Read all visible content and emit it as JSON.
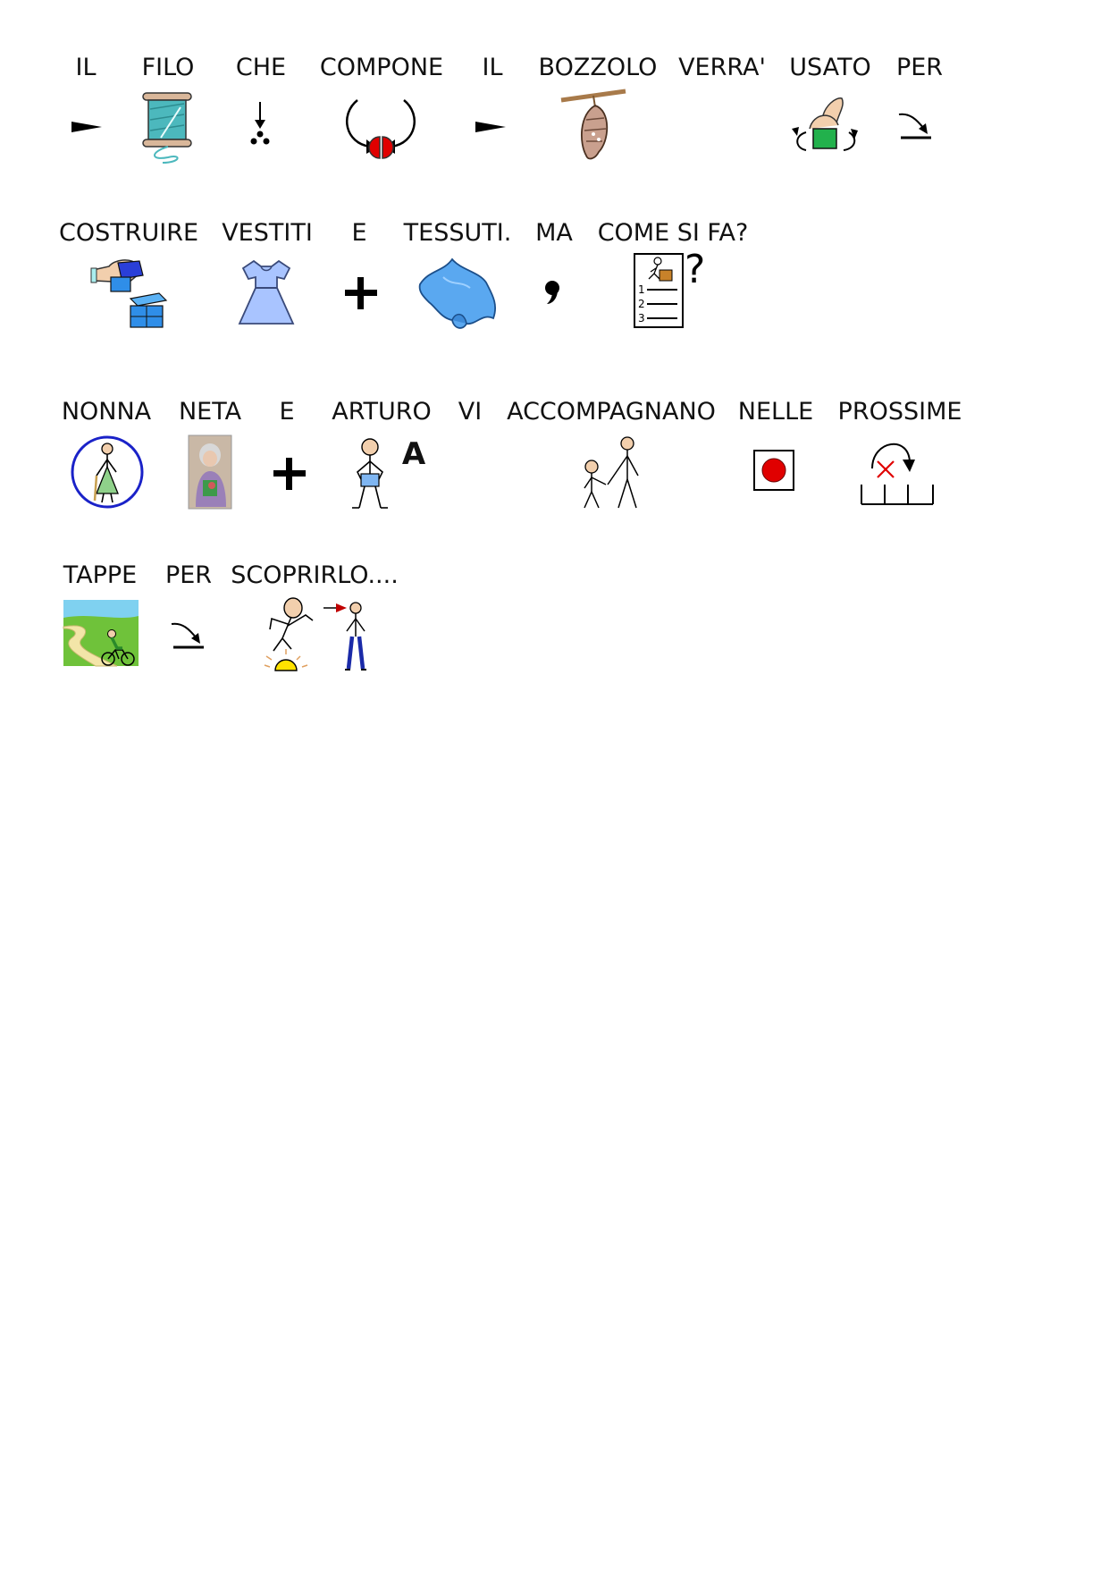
{
  "lines": [
    {
      "words": [
        "IL",
        "FILO",
        "CHE",
        "COMPONE",
        "IL",
        "BOZZOLO",
        "VERRA'",
        "USATO",
        "PER"
      ],
      "symbols": [
        "article-arrow-icon",
        "thread-spool-icon",
        "relative-pronoun-icon",
        "compose-icon",
        "article-arrow-icon",
        "cocoon-icon",
        "",
        "use-icon",
        "for-arrow-icon"
      ]
    },
    {
      "words": [
        "COSTRUIRE",
        "VESTITI",
        "E",
        "TESSUTI.",
        "MA",
        "COME SI FA?"
      ],
      "symbols": [
        "build-blocks-icon",
        "dress-icon",
        "plus-icon",
        "fabric-icon",
        "comma-icon",
        "instructions-question-icon"
      ]
    },
    {
      "words": [
        "NONNA",
        "NETA",
        "E",
        "ARTURO",
        "VI",
        "ACCOMPAGNANO",
        "NELLE",
        "PROSSIME"
      ],
      "symbols": [
        "grandmother-icon",
        "neta-photo",
        "plus-icon",
        "arturo-icon",
        "",
        "accompany-icon",
        "in-the-icon",
        "next-icon"
      ],
      "arturo_letter": "A"
    },
    {
      "words": [
        "TAPPE",
        "PER",
        "SCOPRIRLO...."
      ],
      "symbols": [
        "stages-landscape-icon",
        "for-arrow-icon",
        "discover-icon"
      ]
    }
  ],
  "comp_question_mark": "?",
  "instructions_numbers": [
    "1",
    "2",
    "3"
  ],
  "colors": {
    "spool": "#4cb8bd",
    "cocoon": "#b98c7a",
    "red": "#e00000",
    "green": "#22b14c",
    "blue": "#3aa0e6",
    "dress": "#a9c4ff",
    "fabric": "#5aa8f0",
    "grandma_ring": "#1a22c8",
    "landscape_green": "#6fc23a",
    "sky": "#7fd1f0"
  }
}
